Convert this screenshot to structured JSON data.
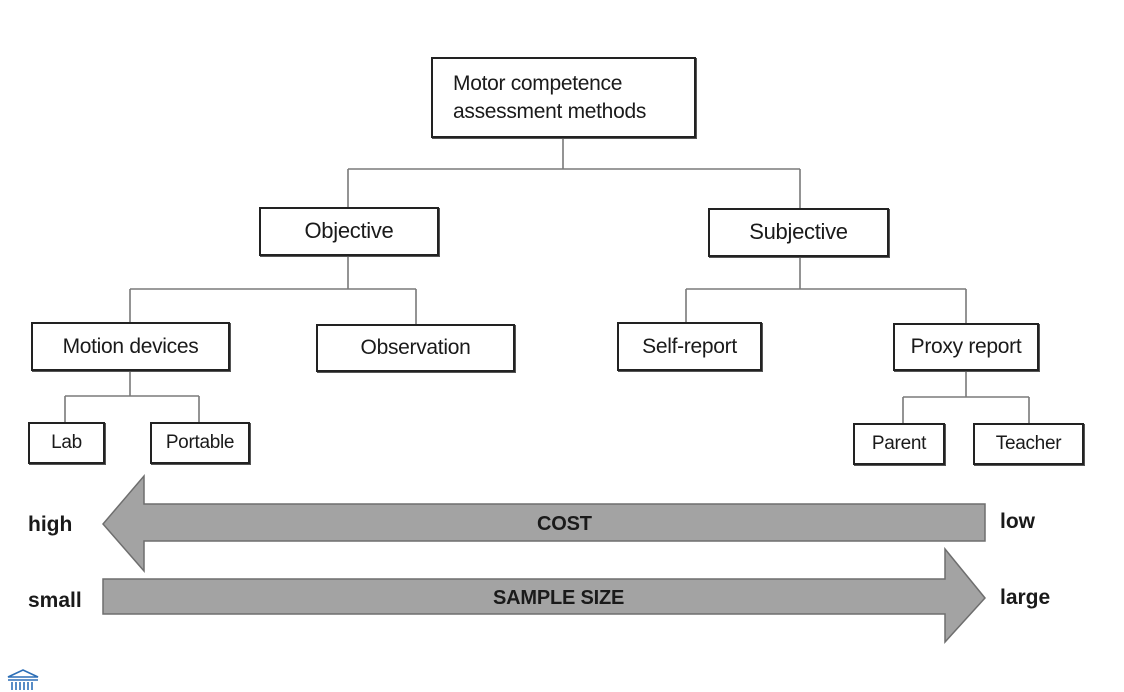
{
  "nodes": {
    "root": {
      "line1": "Motor competence",
      "line2": "assessment methods"
    },
    "objective": "Objective",
    "subjective": "Subjective",
    "motion_devices": "Motion devices",
    "observation": "Observation",
    "self_report": "Self-report",
    "proxy_report": "Proxy report",
    "lab": "Lab",
    "portable": "Portable",
    "parent": "Parent",
    "teacher": "Teacher"
  },
  "arrows": {
    "cost": {
      "label": "COST",
      "left": "high",
      "right": "low",
      "direction": "left"
    },
    "sample_size": {
      "label": "SAMPLE SIZE",
      "left": "small",
      "right": "large",
      "direction": "right"
    }
  },
  "colors": {
    "line": "#7a7a7a",
    "box_border": "#222222",
    "arrow_fill": "#a3a3a3",
    "arrow_stroke": "#6e6e6e",
    "logo": "#2d6fb7"
  },
  "icons": {
    "logo": "institution-logo-icon"
  }
}
